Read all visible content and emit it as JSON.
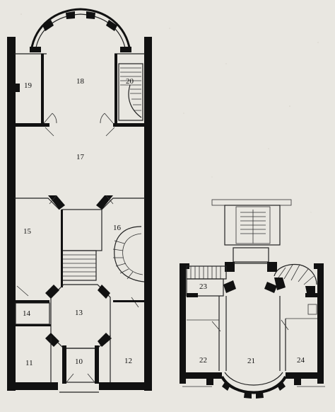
{
  "plan": {
    "room_labels": [
      "18",
      "19",
      "20",
      "17",
      "15",
      "16",
      "14",
      "13",
      "11",
      "10",
      "12",
      "23",
      "22",
      "21",
      "24"
    ]
  }
}
